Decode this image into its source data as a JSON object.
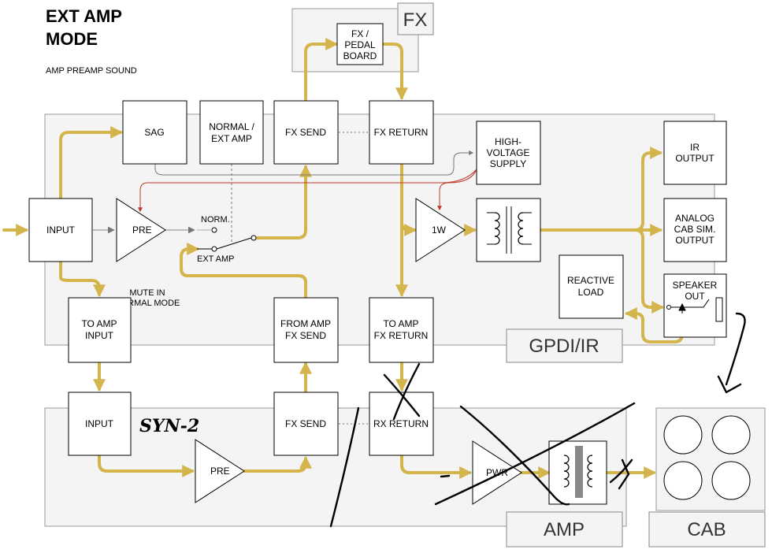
{
  "header": {
    "title_line1": "EXT AMP",
    "title_line2": "MODE",
    "subtitle": "AMP PREAMP SOUND"
  },
  "groups": {
    "fx": "FX",
    "gpdi": "GPDI/IR",
    "amp": "AMP",
    "cab": "CAB"
  },
  "blocks": {
    "fx_pedal": [
      "FX /",
      "PEDAL",
      "BOARD"
    ],
    "sag": "SAG",
    "normal_ext": [
      "NORMAL /",
      "EXT AMP"
    ],
    "fx_send": "FX SEND",
    "fx_return": "FX RETURN",
    "hv_supply": [
      "HIGH-",
      "VOLTAGE",
      "SUPPLY"
    ],
    "ir_output": [
      "IR",
      "OUTPUT"
    ],
    "input": "INPUT",
    "pre": "PRE",
    "one_w": "1W",
    "analog_cab": [
      "ANALOG",
      "CAB SIM.",
      "OUTPUT"
    ],
    "reactive_load": [
      "REACTIVE",
      "LOAD"
    ],
    "speaker_out": [
      "SPEAKER",
      "OUT"
    ],
    "norm_switch": "NORM.",
    "ext_amp_switch": "EXT AMP",
    "mute_note": [
      "MUTE IN",
      "NORMAL MODE"
    ],
    "to_amp_input": [
      "TO AMP",
      "INPUT"
    ],
    "from_amp_fx_send": [
      "FROM AMP",
      "FX SEND"
    ],
    "to_amp_fx_return": [
      "TO AMP",
      "FX RETURN"
    ],
    "amp_input": "INPUT",
    "amp_fx_send": "FX SEND",
    "amp_fx_return": "RX RETURN",
    "amp_pre": "PRE",
    "amp_pwr": "PWR"
  },
  "handwriting": {
    "note": "SYN-2"
  },
  "colors": {
    "signal": "#d4b54c",
    "control": "#c0392b",
    "panel": "#f4f4f4",
    "ink": "#000000"
  }
}
